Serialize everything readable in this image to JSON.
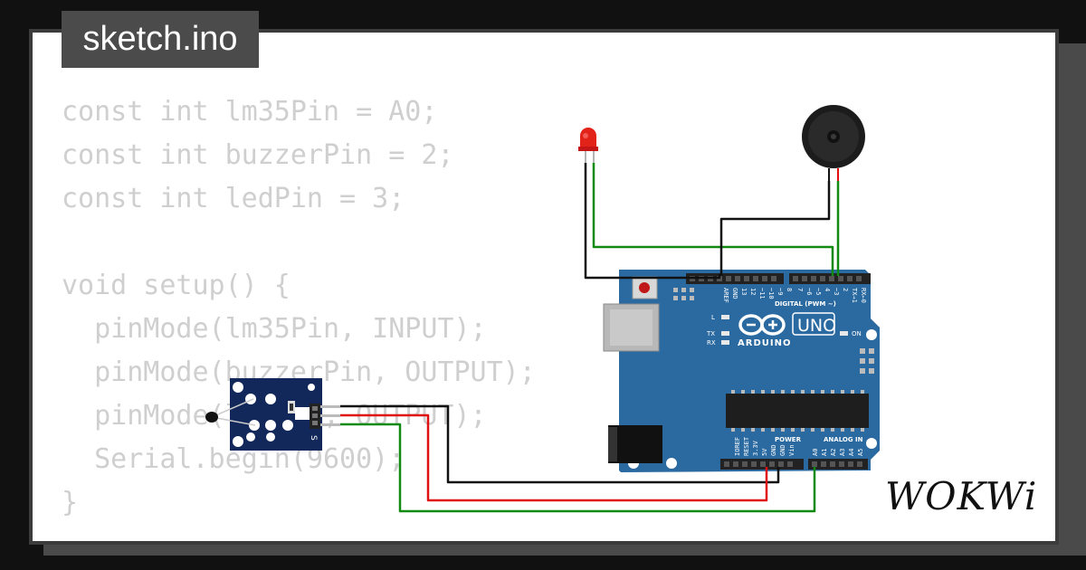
{
  "file_tab": {
    "label": "sketch.ino"
  },
  "code": {
    "lines": [
      "const int lm35Pin = A0;",
      "const int buzzerPin = 2;",
      "const int ledPin = 3;",
      "",
      "void setup() {",
      "  pinMode(lm35Pin, INPUT);",
      "  pinMode(buzzerPin, OUTPUT);",
      "  pinMode(ledPin, OUTPUT);",
      "  Serial.begin(9600);",
      "}"
    ]
  },
  "arduino": {
    "brand": "ARDUINO",
    "model": "UNO",
    "digital_header": "DIGITAL (PWM ~)",
    "power_header": "POWER",
    "analog_header": "ANALOG IN",
    "on_label": "ON",
    "l_label": "L",
    "tx_label": "TX",
    "rx_label": "RX",
    "digital_pins": [
      "AREF",
      "GND",
      "13",
      "12",
      "~11",
      "~10",
      "~9",
      "8",
      "7",
      "~6",
      "~5",
      "4",
      "~3",
      "2",
      "TX→1",
      "RX←0"
    ],
    "power_pins": [
      "IOREF",
      "RESET",
      "3.3V",
      "5V",
      "GND",
      "GND",
      "Vin"
    ],
    "analog_pins": [
      "A0",
      "A1",
      "A2",
      "A3",
      "A4",
      "A5"
    ]
  },
  "sensor": {
    "pin_label": "S"
  },
  "brand_logo": {
    "text": "WOKWi"
  },
  "colors": {
    "board": "#2b6aa0",
    "wire_red": "#e01010",
    "wire_green": "#118a11",
    "wire_black": "#111111",
    "code_text": "#cfcfcf"
  }
}
